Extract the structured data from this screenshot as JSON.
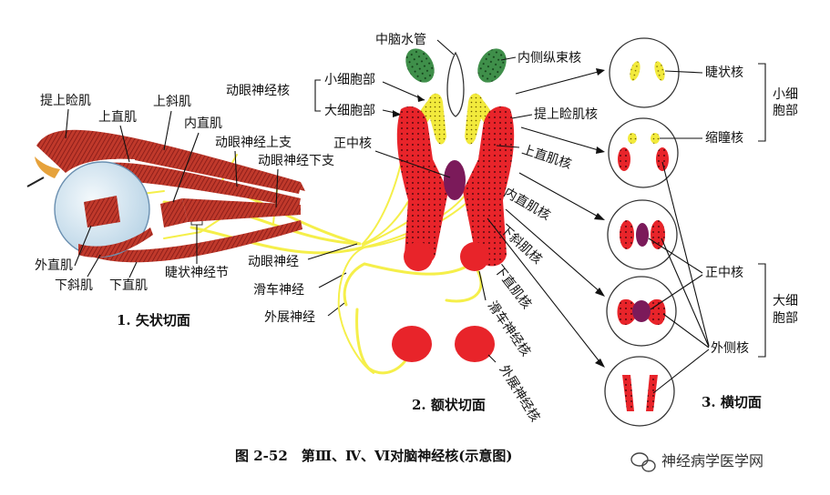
{
  "labels": {
    "levator_palpebrae": "提上睑肌",
    "superior_oblique": "上斜肌",
    "superior_rectus": "上直肌",
    "medial_rectus": "内直肌",
    "oculomotor_superior_branch": "动眼神经上支",
    "oculomotor_inferior_branch": "动眼神经下支",
    "lateral_rectus": "外直肌",
    "inferior_oblique": "下斜肌",
    "inferior_rectus": "下直肌",
    "ciliary_ganglion": "睫状神经节",
    "oculomotor_nerve": "动眼神经",
    "trochlear_nerve": "滑车神经",
    "abducens_nerve": "外展神经",
    "aqueduct": "中脑水管",
    "mlf_nucleus": "内侧纵束核",
    "oculomotor_nucleus": "动眼神经核",
    "parvocellular": "小细胞部",
    "magnocellular": "大细胞部",
    "median_nucleus": "正中核",
    "levator_nucleus": "提上睑肌核",
    "superior_rectus_nucleus": "上直肌核",
    "medial_rectus_nucleus": "内直肌核",
    "inferior_oblique_nucleus": "下斜肌核",
    "inferior_rectus_nucleus": "下直肌核",
    "trochlear_nucleus": "滑车神经核",
    "abducens_nucleus": "外展神经核",
    "ciliary_nucleus": "睫状核",
    "pupillary_nucleus": "缩瞳核",
    "median_nucleus_right": "正中核",
    "lateral_nucleus": "外侧核",
    "parvocellular_group_line1": "小细",
    "parvocellular_group_line2": "胞部",
    "magnocellular_group_line1": "大细",
    "magnocellular_group_line2": "胞部"
  },
  "section_captions": {
    "sagittal": "1. 矢状切面",
    "coronal": "2. 额状切面",
    "transverse": "3. 横切面"
  },
  "figure_caption": "图 2-52　第Ⅲ、Ⅳ、Ⅵ对脑神经核(示意图)",
  "watermark": "神经病学医学网",
  "colors": {
    "nucleus_red": "#e8242a",
    "parvocellular_yellow": "#f2ea3c",
    "median_purple": "#7b1a5a",
    "mlf_green": "#3f8f4a",
    "muscle_red": "#b5262b",
    "nerve_yellow": "#f5ef4a",
    "eyeball": "#dcebf5"
  }
}
